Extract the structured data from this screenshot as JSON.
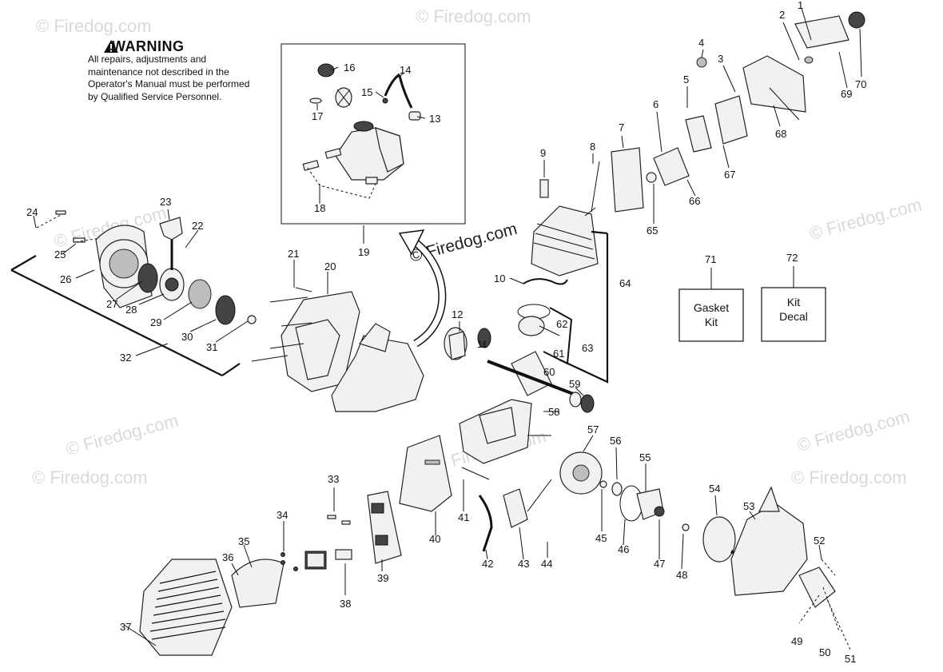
{
  "warning": {
    "title": "WARNING",
    "text": "All repairs, adjustments and maintenance not described in the Operator's Manual must be performed by Qualified Service Personnel."
  },
  "watermark": "© Firedog.com",
  "watermark_main": "© Firedog.com",
  "boxes": {
    "gasket_kit": "Gasket\nKit",
    "kit_decal": "Kit\nDecal"
  },
  "callouts": {
    "n1": "1",
    "n2": "2",
    "n3": "3",
    "n4": "4",
    "n5": "5",
    "n6": "6",
    "n7": "7",
    "n8": "8",
    "n9": "9",
    "n10": "10",
    "n11": "11",
    "n12": "12",
    "n13": "13",
    "n14": "14",
    "n15": "15",
    "n16": "16",
    "n17": "17",
    "n18": "18",
    "n19": "19",
    "n20": "20",
    "n21": "21",
    "n22": "22",
    "n23": "23",
    "n24": "24",
    "n25": "25",
    "n26": "26",
    "n27": "27",
    "n28": "28",
    "n29": "29",
    "n30": "30",
    "n31": "31",
    "n32": "32",
    "n33": "33",
    "n34": "34",
    "n35": "35",
    "n36": "36",
    "n37": "37",
    "n38": "38",
    "n39": "39",
    "n40": "40",
    "n41": "41",
    "n42": "42",
    "n43": "43",
    "n44": "44",
    "n45": "45",
    "n46": "46",
    "n47": "47",
    "n48": "48",
    "n49": "49",
    "n50": "50",
    "n51": "51",
    "n52": "52",
    "n53": "53",
    "n54": "54",
    "n55": "55",
    "n56": "56",
    "n57": "57",
    "n58": "58",
    "n59": "59",
    "n60": "60",
    "n61": "61",
    "n62": "62",
    "n63": "63",
    "n64": "64",
    "n65": "65",
    "n66": "66",
    "n67": "67",
    "n68": "68",
    "n69": "69",
    "n70": "70",
    "n71": "71",
    "n72": "72"
  },
  "colors": {
    "ink": "#111111",
    "watermark": "#d9d9d9"
  }
}
